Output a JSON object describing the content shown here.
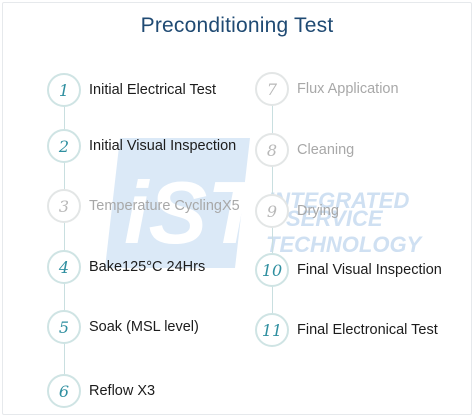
{
  "title": "Preconditioning Test",
  "watermark": {
    "logo_text": "iST",
    "company_lines": [
      "INTEGRATED",
      "SERVICE",
      "TECHNOLOGY"
    ]
  },
  "left_steps": [
    {
      "number": "1",
      "label": "Initial Electrical Test",
      "active": true
    },
    {
      "number": "2",
      "label": "Initial Visual Inspection",
      "active": true
    },
    {
      "number": "3",
      "label": "Temperature CyclingX5",
      "active": false
    },
    {
      "number": "4",
      "label": "Bake125°C 24Hrs",
      "active": true
    },
    {
      "number": "5",
      "label": "Soak (MSL level)",
      "active": true
    },
    {
      "number": "6",
      "label": "Reflow X3",
      "active": true
    }
  ],
  "right_steps": [
    {
      "number": "7",
      "label": "Flux Application",
      "active": false
    },
    {
      "number": "8",
      "label": "Cleaning",
      "active": false
    },
    {
      "number": "9",
      "label": "Drying",
      "active": false
    },
    {
      "number": "10",
      "label": "Final Visual Inspection",
      "active": true
    },
    {
      "number": "11",
      "label": "Final Electronical Test",
      "active": true
    }
  ],
  "colors": {
    "title": "#1f4a73",
    "circle_number": "#2f8fa0",
    "circle_border": "#cfe4e4",
    "rail": "#c9dfe0",
    "watermark": "#dbe9f7"
  }
}
